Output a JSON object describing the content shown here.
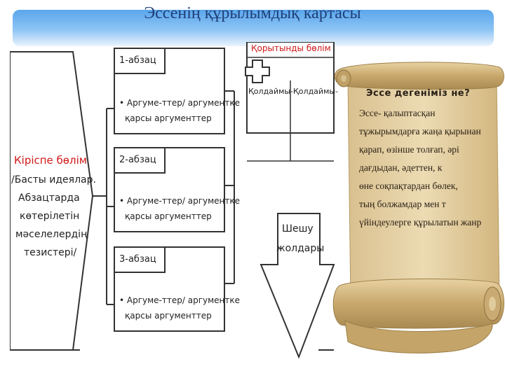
{
  "title": "Эссенің құрылымдық  картасы",
  "diagram": {
    "intro_heading": "Кіріспе бөлім",
    "intro_lines": [
      "/Басты идеялар.",
      "Абзацтарда",
      "көтерілетін",
      "мәселелердің",
      "тезистері/"
    ],
    "paragraphs": [
      {
        "label": "1-абзац",
        "bullet1": "• Аргуме-ттер/ аргументке",
        "bullet2": "қарсы аргументтер"
      },
      {
        "label": "2-абзац",
        "bullet1": "• Аргуме-ттер/ аргументке",
        "bullet2": "қарсы аргументтер"
      },
      {
        "label": "3-абзац",
        "bullet1": "• Аргуме-ттер/ аргументке",
        "bullet2": "қарсы аргументтер"
      }
    ],
    "top_right_heading": "Қорытынды бөлім",
    "col_left": "Қолдаймы-",
    "col_right": "Қолдаймы-",
    "arrow_lines": [
      "Шешу",
      "жолдары"
    ]
  },
  "scroll": {
    "heading": "Эссе дегеніміз не?",
    "lines": [
      "Эссе-  қалыптасқан",
      "тұжырымдарға жаңа қырынан",
      "қарап, өзінше толғап, әрі",
      " дағдыдан, әдеттен, к",
      "өне соқпақтардан бөлек,",
      "тың болжамдар мен т",
      "үйіндеулерге құрылатын жанр"
    ]
  }
}
